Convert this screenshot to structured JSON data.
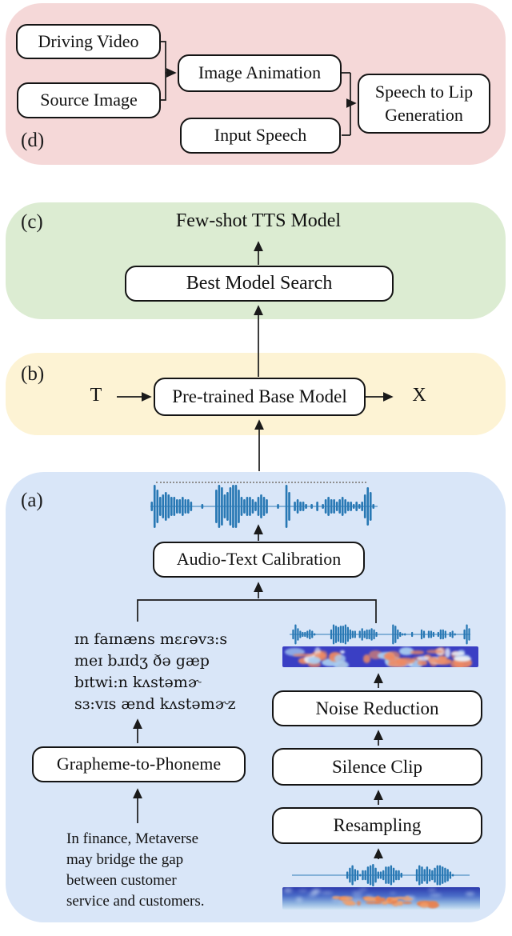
{
  "figure": {
    "panel_d": {
      "label": "(d)",
      "driving_video": "Driving Video",
      "source_image": "Source Image",
      "image_animation": "Image Animation",
      "input_speech": "Input Speech",
      "speech_to_lip_lines": [
        "Speech to Lip",
        "Generation"
      ]
    },
    "panel_c": {
      "label": "(c)",
      "title": "Few-shot TTS Model",
      "best_model_search": "Best Model Search"
    },
    "panel_b": {
      "label": "(b)",
      "input_symbol": "T",
      "box": "Pre-trained Base Model",
      "output_symbol": "X"
    },
    "panel_a": {
      "label": "(a)",
      "audio_text_calibration": "Audio-Text Calibration",
      "grapheme_to_phoneme": "Grapheme-to-Phoneme",
      "noise_reduction": "Noise Reduction",
      "silence_clip": "Silence Clip",
      "resampling": "Resampling",
      "phoneme_lines": [
        "ɪn faɪnæns mɛɾəvɜ:s",
        "meɪ bɹɪdʒ ðə gæp",
        "bɪtwi:n kʌstəmɚ",
        "sɜ:vɪs ænd kʌstəmɚz"
      ],
      "text_lines": [
        "In finance, Metaverse",
        "may bridge the gap",
        "between customer",
        "service and customers."
      ]
    }
  },
  "colors": {
    "panel_d_bg": "#f5d8d8",
    "panel_c_bg": "#dcecd2",
    "panel_b_bg": "#fdf3d4",
    "panel_a_bg": "#d9e6f8",
    "box_border": "#141414",
    "wave_blue": "#2878b4",
    "spectrogram_bg": "#3a3fc4",
    "spectrogram_blob": "#ee8a63"
  },
  "waveforms": {
    "top": {
      "env": "297456544334332000100007985689974344324543000100960232210102013433234322121258610"
    },
    "mid": {
      "env": "0485322343100000048767786433035344542000000874211002000430332024430231000485"
    },
    "bottom": {
      "env": "000000000000000000000368541447896334778644200000587575468876531000000"
    }
  },
  "spectrograms": {
    "mid_seed": 7,
    "bottom_seed": 13
  }
}
